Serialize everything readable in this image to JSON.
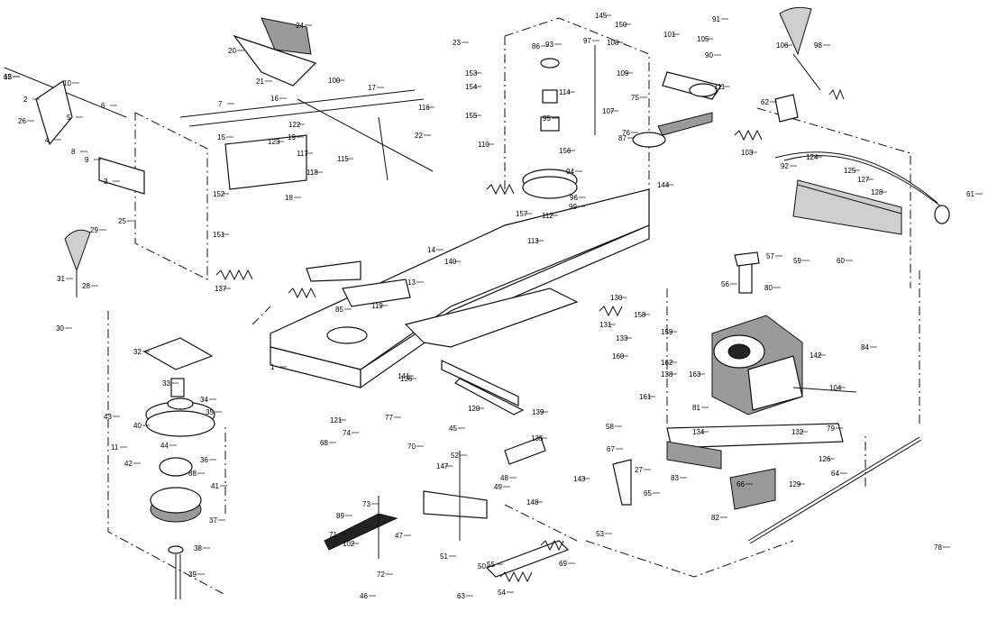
{
  "diagram": {
    "part_labels": [
      "12",
      "5",
      "10",
      "6",
      "4",
      "26",
      "2",
      "3",
      "8",
      "9",
      "1",
      "29",
      "28",
      "31",
      "30",
      "32",
      "33",
      "34",
      "35",
      "36",
      "37",
      "38",
      "39",
      "40",
      "41",
      "42",
      "43",
      "44",
      "45",
      "46",
      "47",
      "48",
      "49",
      "50",
      "51",
      "52",
      "53",
      "54",
      "55",
      "56",
      "57",
      "58",
      "59",
      "60",
      "61",
      "62",
      "63",
      "64",
      "65",
      "66",
      "67",
      "68",
      "69",
      "70",
      "71",
      "72",
      "73",
      "74",
      "75",
      "76",
      "77",
      "78",
      "79",
      "80",
      "81",
      "82",
      "83",
      "84",
      "85",
      "86",
      "87",
      "88",
      "89",
      "90",
      "91",
      "92",
      "93",
      "94",
      "95",
      "96",
      "97",
      "98",
      "99",
      "100",
      "101",
      "102",
      "103",
      "104",
      "105",
      "106",
      "107",
      "108",
      "109",
      "110",
      "111",
      "112",
      "113",
      "114",
      "115",
      "116",
      "117",
      "118",
      "119",
      "120",
      "121",
      "122",
      "123",
      "124",
      "125",
      "126",
      "127",
      "128",
      "129",
      "130",
      "131",
      "132",
      "133",
      "134",
      "135",
      "136",
      "137",
      "138",
      "139",
      "140",
      "141",
      "142",
      "143",
      "144",
      "145",
      "147",
      "148",
      "150",
      "151",
      "152",
      "153",
      "154",
      "155",
      "156",
      "157",
      "158",
      "159",
      "160",
      "161",
      "162",
      "163",
      "7",
      "11",
      "13",
      "14",
      "15",
      "16",
      "17",
      "18",
      "19",
      "20",
      "21",
      "22",
      "23",
      "24",
      "25",
      "27",
      "65"
    ]
  }
}
